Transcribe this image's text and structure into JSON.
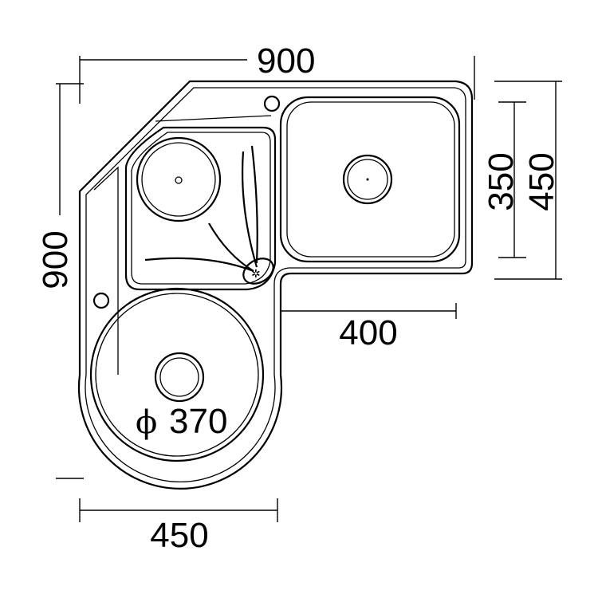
{
  "title": "Corner sink dimension drawing",
  "dimensions": {
    "top_width": "900",
    "left_height": "900",
    "right_bowl_depth": "350",
    "right_total_depth": "450",
    "right_bowl_width": "400",
    "bottom_width": "450",
    "round_bowl_diameter_symbol": "ϕ",
    "round_bowl_diameter": "370"
  },
  "colors": {
    "line": "#000000",
    "background": "#ffffff"
  }
}
